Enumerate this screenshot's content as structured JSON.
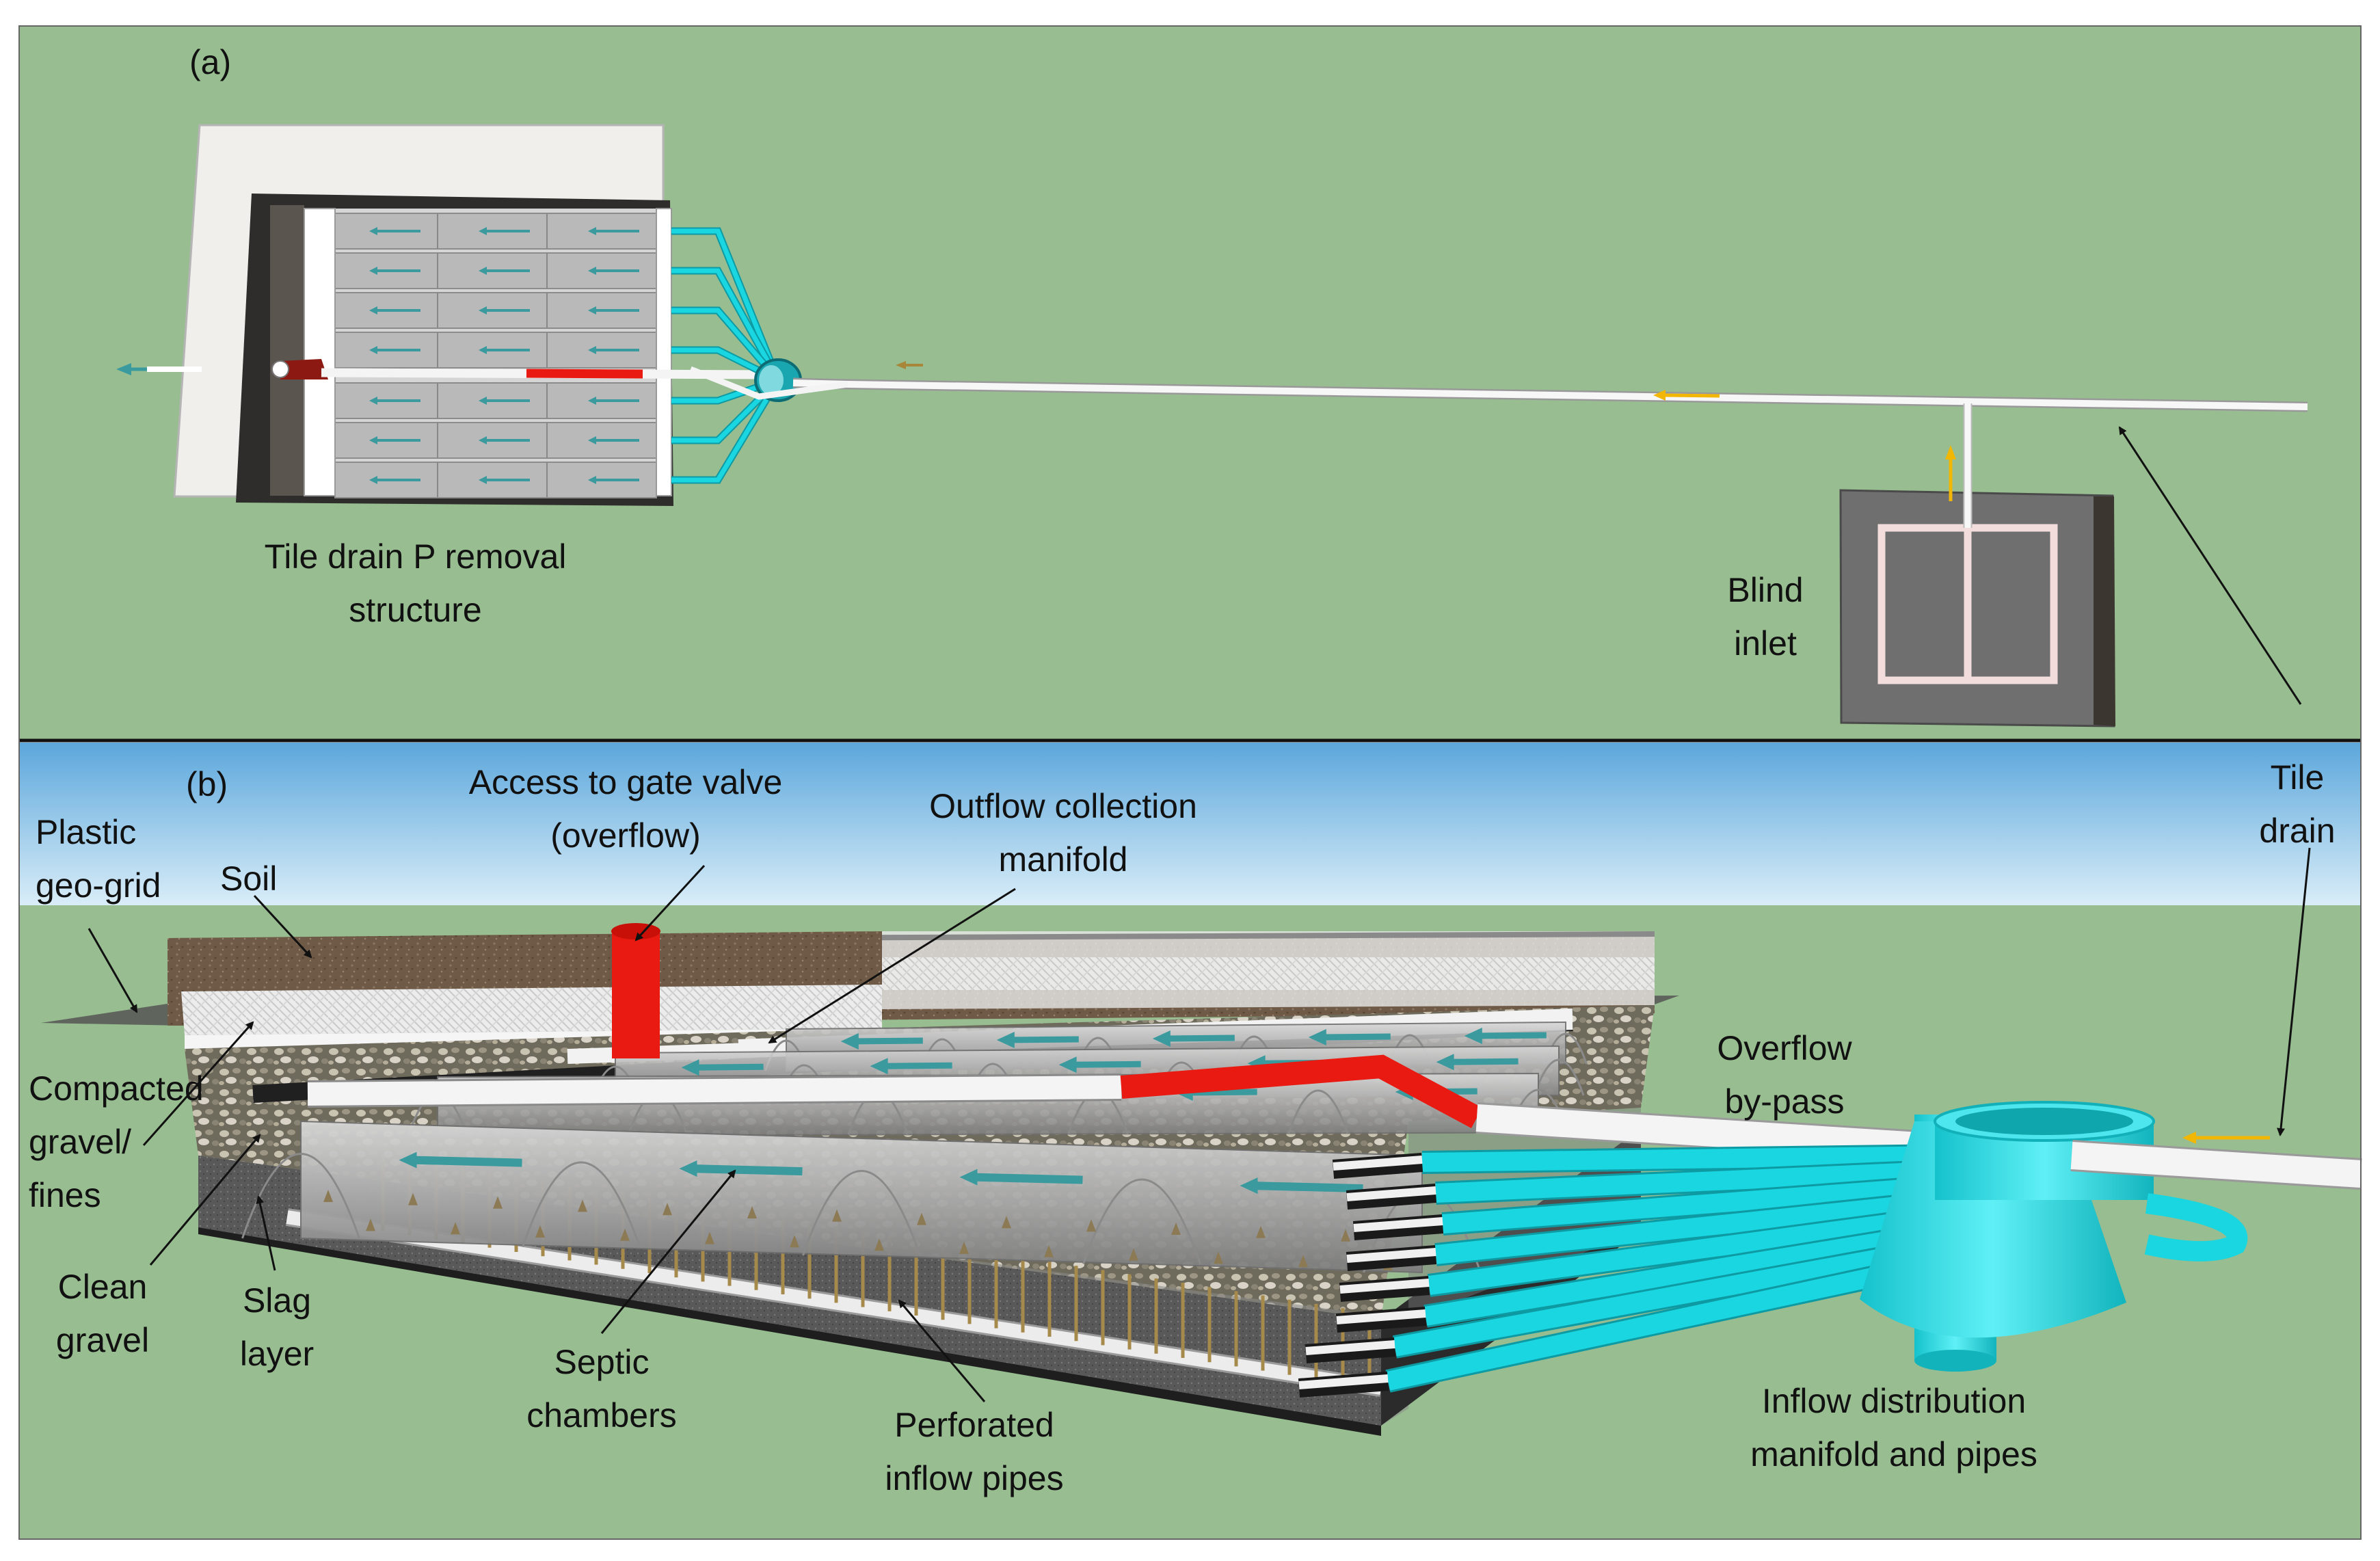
{
  "panel_a": {
    "tag": "(a)",
    "labels": {
      "structure": "Tile drain P removal\nstructure",
      "blind_inlet": "Blind\ninlet"
    }
  },
  "panel_b": {
    "tag": "(b)",
    "labels": {
      "plastic_geo_grid": "Plastic\ngeo-grid",
      "soil": "Soil",
      "gate_valve": "Access to gate valve\n(overflow)",
      "outflow_manifold": "Outflow collection\nmanifold",
      "tile_drain": "Tile\ndrain",
      "overflow_bypass": "Overflow\nby-pass",
      "compacted_gravel": "Compacted\ngravel/\nfines",
      "clean_gravel": "Clean\ngravel",
      "slag_layer": "Slag\nlayer",
      "septic_chambers": "Septic\nchambers",
      "perforated_pipes": "Perforated\ninflow pipes",
      "inflow_manifold": "Inflow distribution\nmanifold and pipes"
    }
  },
  "colors": {
    "field": "#97bd90",
    "sky_top": "#5ca7dc",
    "sky_bottom": "#d9edf8",
    "pipe_white": "#f4f4f4",
    "pipe_red": "#e81a12",
    "pipe_cyan": "#19d6e0",
    "flow_arrow": "#3a9a9e",
    "yellow_arrow": "#f2b705",
    "chamber_grey": "#a9a9a9",
    "slag": "#5a5a5a",
    "soil": "#6e5a46"
  }
}
